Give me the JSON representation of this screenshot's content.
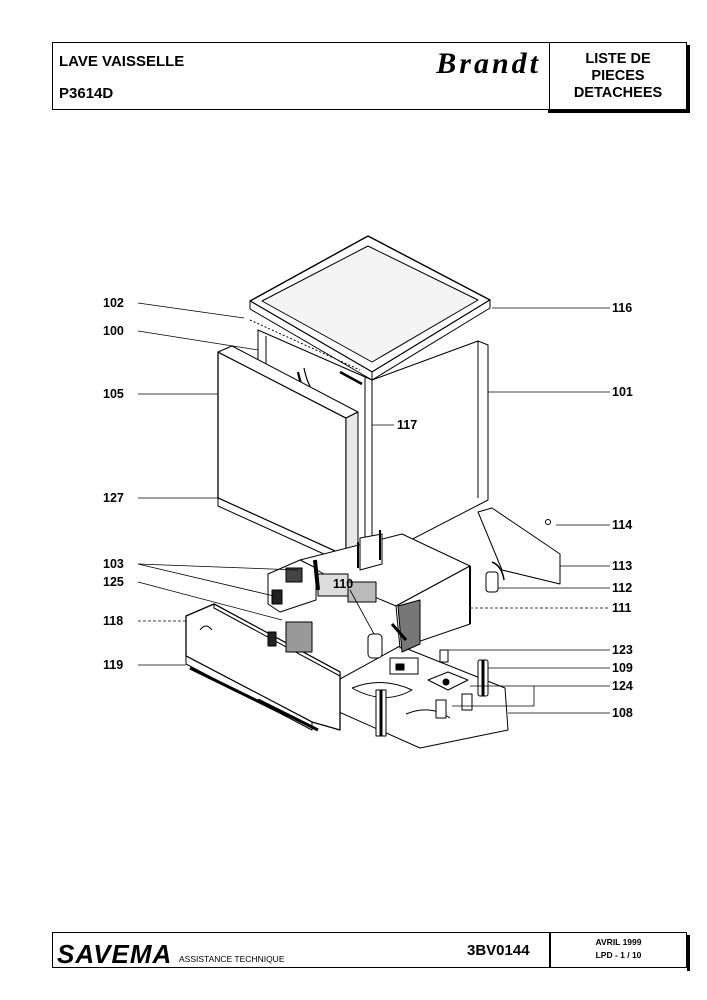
{
  "header": {
    "product": "LAVE VAISSELLE",
    "model": "P3614D",
    "brand": "Brandt",
    "doc_title_lines": [
      "LISTE DE",
      "PIECES",
      "DETACHEES"
    ]
  },
  "parts": {
    "p102": "102",
    "p100": "100",
    "p105": "105",
    "p127": "127",
    "p103": "103",
    "p125": "125",
    "p118": "118",
    "p119": "119",
    "p110": "110",
    "p116": "116",
    "p101": "101",
    "p117": "117",
    "p114": "114",
    "p113": "113",
    "p112": "112",
    "p111": "111",
    "p123": "123",
    "p109": "109",
    "p124": "124",
    "p108": "108"
  },
  "footer": {
    "company": "SAVEMA",
    "department": "ASSISTANCE TECHNIQUE",
    "doc_code": "3BV0144",
    "date": "AVRIL 1999",
    "page": "LPD -   1 / 10"
  }
}
